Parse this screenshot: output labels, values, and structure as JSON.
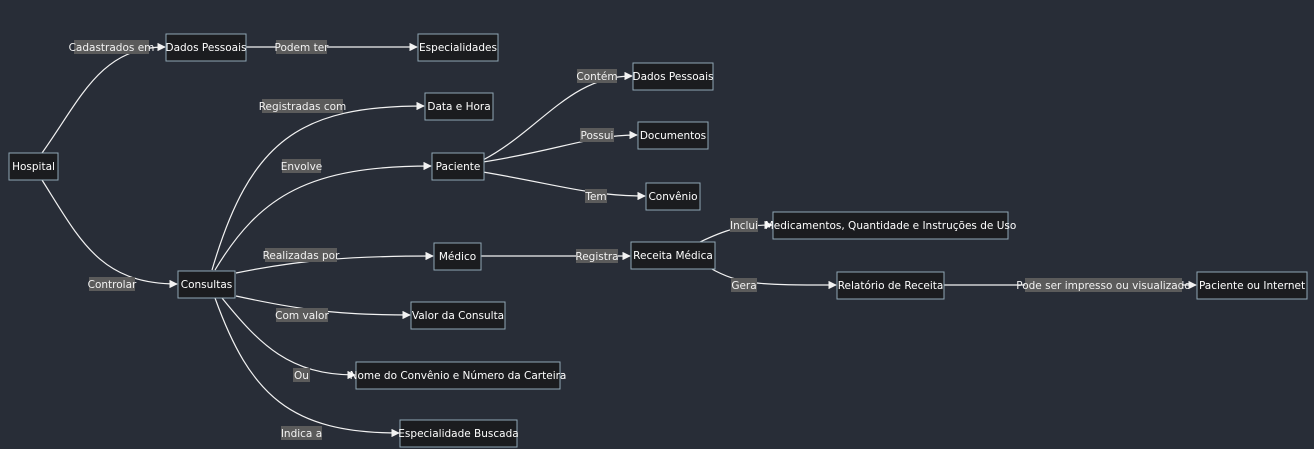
{
  "nodes": {
    "hospital": "Hospital",
    "dados_pessoais_1": "Dados Pessoais",
    "especialidades": "Especialidades",
    "consultas": "Consultas",
    "data_hora": "Data e Hora",
    "paciente": "Paciente",
    "dados_pessoais_2": "Dados Pessoais",
    "documentos": "Documentos",
    "convenio": "Convênio",
    "medico": "Médico",
    "receita": "Receita Médica",
    "medicamentos": "Medicamentos, Quantidade e Instruções de Uso",
    "relatorio": "Relatório de Receita",
    "paciente_internet": "Paciente ou Internet",
    "valor": "Valor da Consulta",
    "nome_convenio": "Nome do Convênio e Número da Carteira",
    "especialidade_buscada": "Especialidade Buscada"
  },
  "edges": {
    "cadastrados_em": "Cadastrados em",
    "podem_ter": "Podem ter",
    "controlar": "Controlar",
    "registradas_com": "Registradas com",
    "envolve": "Envolve",
    "realizadas_por": "Realizadas por",
    "com_valor": "Com valor",
    "ou": "Ou",
    "indica_a": "Indica a",
    "contem": "Contém",
    "possui": "Possui",
    "tem": "Tem",
    "registra": "Registra",
    "inclui": "Inclui",
    "gera": "Gera",
    "pode_ser": "Pode ser impresso ou visualizado"
  }
}
